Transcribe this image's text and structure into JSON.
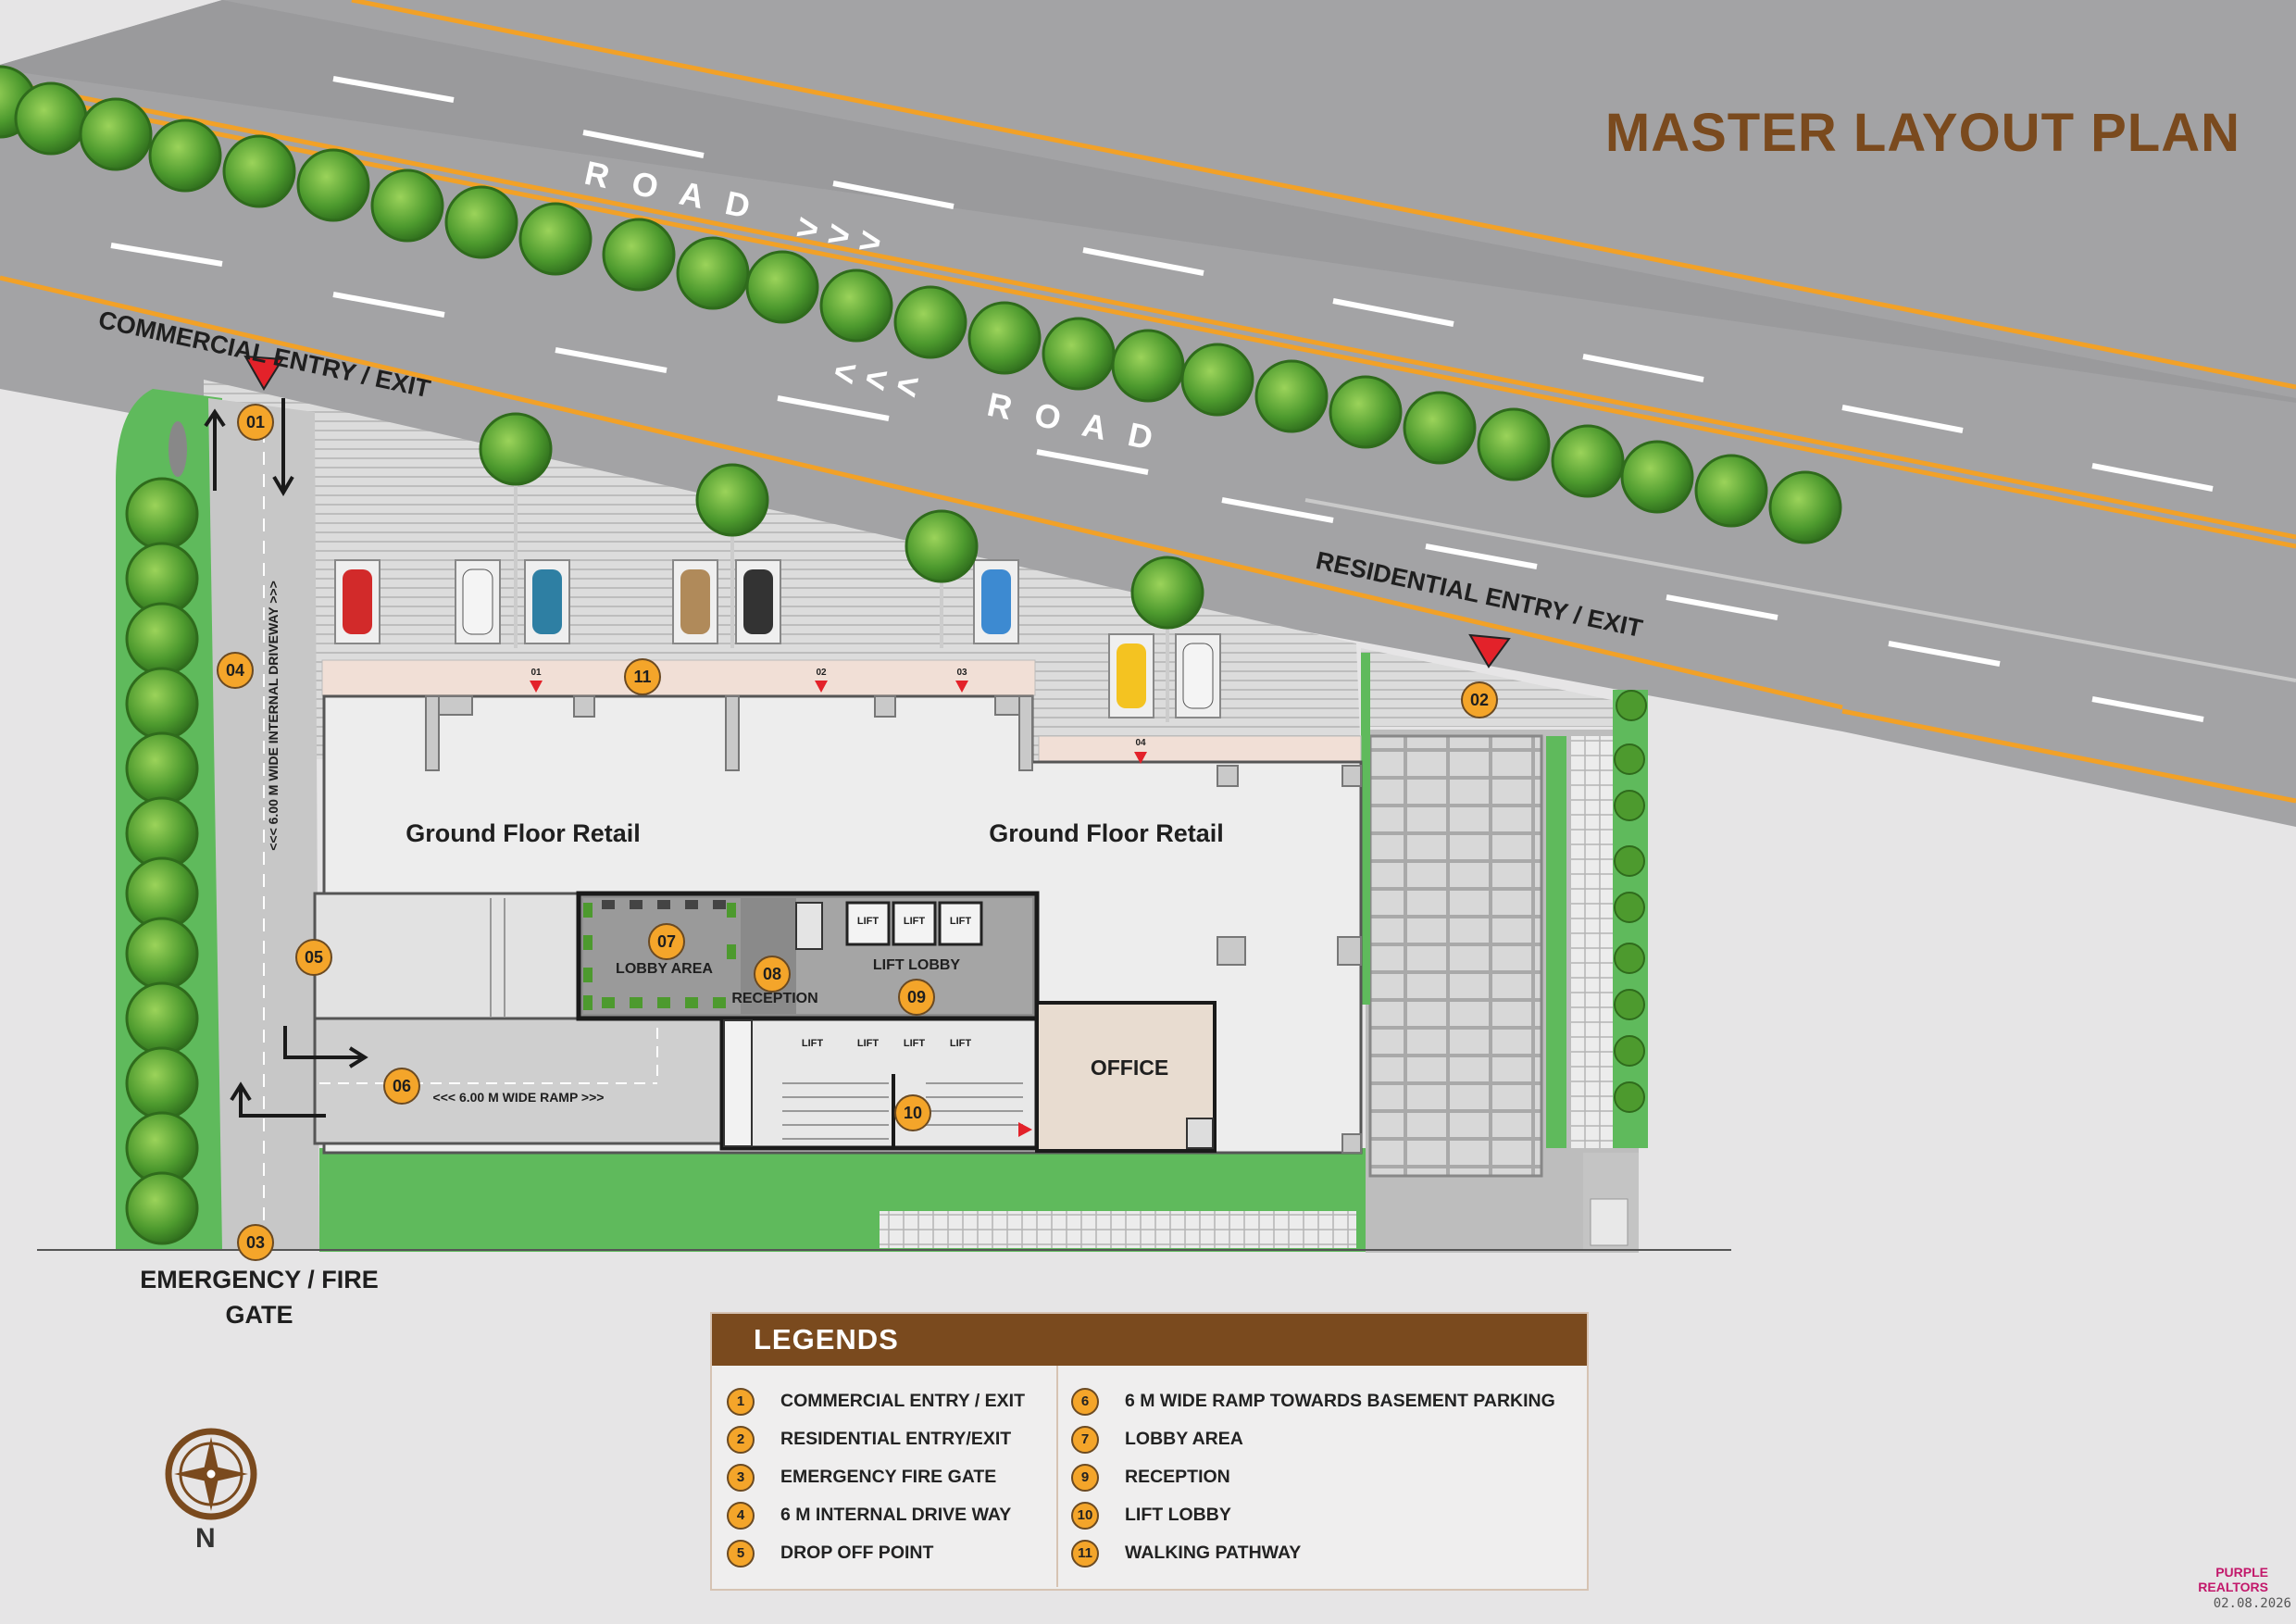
{
  "title": "MASTER LAYOUT PLAN",
  "colors": {
    "brand": "#7a4a1e",
    "road": "#a3a3a5",
    "lane_line": "#f2a127",
    "grass": "#5fba5c",
    "tree": "#5fa63a",
    "badge": "#f4a52a",
    "entry_marker": "#e3222a"
  },
  "road": {
    "label_top": "R O A D",
    "label_bottom": "R O A D",
    "arrows_top": "> > >",
    "arrows_bottom": "< < <"
  },
  "labels": {
    "commercial_entry": "COMMERCIAL ENTRY / EXIT",
    "residential_entry": "RESIDENTIAL ENTRY / EXIT",
    "emergency_gate_line1": "EMERGENCY / FIRE",
    "emergency_gate_line2": "GATE",
    "driveway": "<<< 6.00 M WIDE INTERNAL DRIVEWAY >>>",
    "ramp": "<<< 6.00 M WIDE RAMP >>>",
    "retail_left": "Ground Floor Retail",
    "retail_right": "Ground Floor Retail",
    "lobby_area": "LOBBY AREA",
    "reception": "RECEPTION",
    "lift_lobby": "LIFT LOBBY",
    "office": "OFFICE",
    "lift": "LIFT"
  },
  "markers": [
    "01",
    "02",
    "03",
    "04",
    "05",
    "06",
    "07",
    "08",
    "09",
    "10",
    "11"
  ],
  "retail_units": [
    "01",
    "02",
    "03",
    "04"
  ],
  "legend": {
    "title": "LEGENDS",
    "left": [
      {
        "num": "1",
        "text": "COMMERCIAL ENTRY / EXIT"
      },
      {
        "num": "2",
        "text": "RESIDENTIAL ENTRY/EXIT"
      },
      {
        "num": "3",
        "text": "EMERGENCY FIRE GATE"
      },
      {
        "num": "4",
        "text": "6 M  INTERNAL DRIVE WAY"
      },
      {
        "num": "5",
        "text": "DROP OFF POINT"
      }
    ],
    "right": [
      {
        "num": "6",
        "text": "6 M WIDE RAMP TOWARDS BASEMENT PARKING"
      },
      {
        "num": "7",
        "text": "LOBBY AREA"
      },
      {
        "num": "9",
        "text": "RECEPTION"
      },
      {
        "num": "10",
        "text": "LIFT LOBBY"
      },
      {
        "num": "11",
        "text": "WALKING PATHWAY"
      }
    ]
  },
  "compass_label": "N",
  "brand_name": "PURPLE REALTORS",
  "date_stamp": "02.08.2026"
}
